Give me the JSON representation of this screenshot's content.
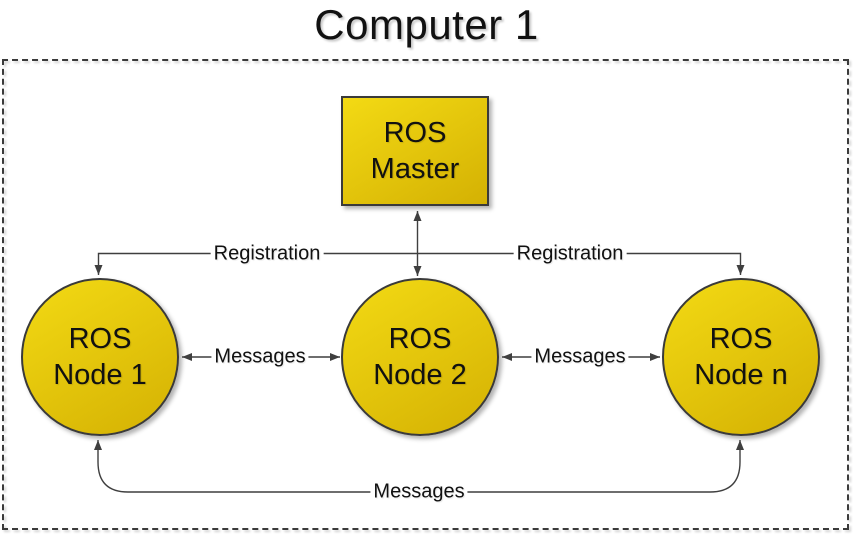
{
  "title": "Computer 1",
  "colors": {
    "node_fill_light": "#f3da14",
    "node_fill_dark": "#d4b103",
    "outline": "#3a3a3a",
    "line": "#3f3f3f",
    "text": "#111111",
    "background": "#ffffff"
  },
  "nodes": {
    "master": {
      "line1": "ROS",
      "line2": "Master",
      "shape": "square"
    },
    "node1": {
      "line1": "ROS",
      "line2": "Node 1",
      "shape": "circle"
    },
    "node2": {
      "line1": "ROS",
      "line2": "Node 2",
      "shape": "circle"
    },
    "noden": {
      "line1": "ROS",
      "line2": "Node n",
      "shape": "circle"
    }
  },
  "labels": {
    "registration_left": "Registration",
    "registration_right": "Registration",
    "messages_left": "Messages",
    "messages_right": "Messages",
    "messages_bottom": "Messages"
  },
  "edges": [
    {
      "from": "ROS Master",
      "to": "ROS Node 2",
      "label": "Registration",
      "direction": "bidirectional"
    },
    {
      "from": "ROS Master",
      "to": "ROS Node 1",
      "label": "Registration",
      "direction": "to-node"
    },
    {
      "from": "ROS Master",
      "to": "ROS Node n",
      "label": "Registration",
      "direction": "to-node"
    },
    {
      "from": "ROS Node 1",
      "to": "ROS Node 2",
      "label": "Messages",
      "direction": "bidirectional"
    },
    {
      "from": "ROS Node 2",
      "to": "ROS Node n",
      "label": "Messages",
      "direction": "bidirectional"
    },
    {
      "from": "ROS Node 1",
      "to": "ROS Node n",
      "label": "Messages",
      "direction": "bidirectional"
    }
  ]
}
